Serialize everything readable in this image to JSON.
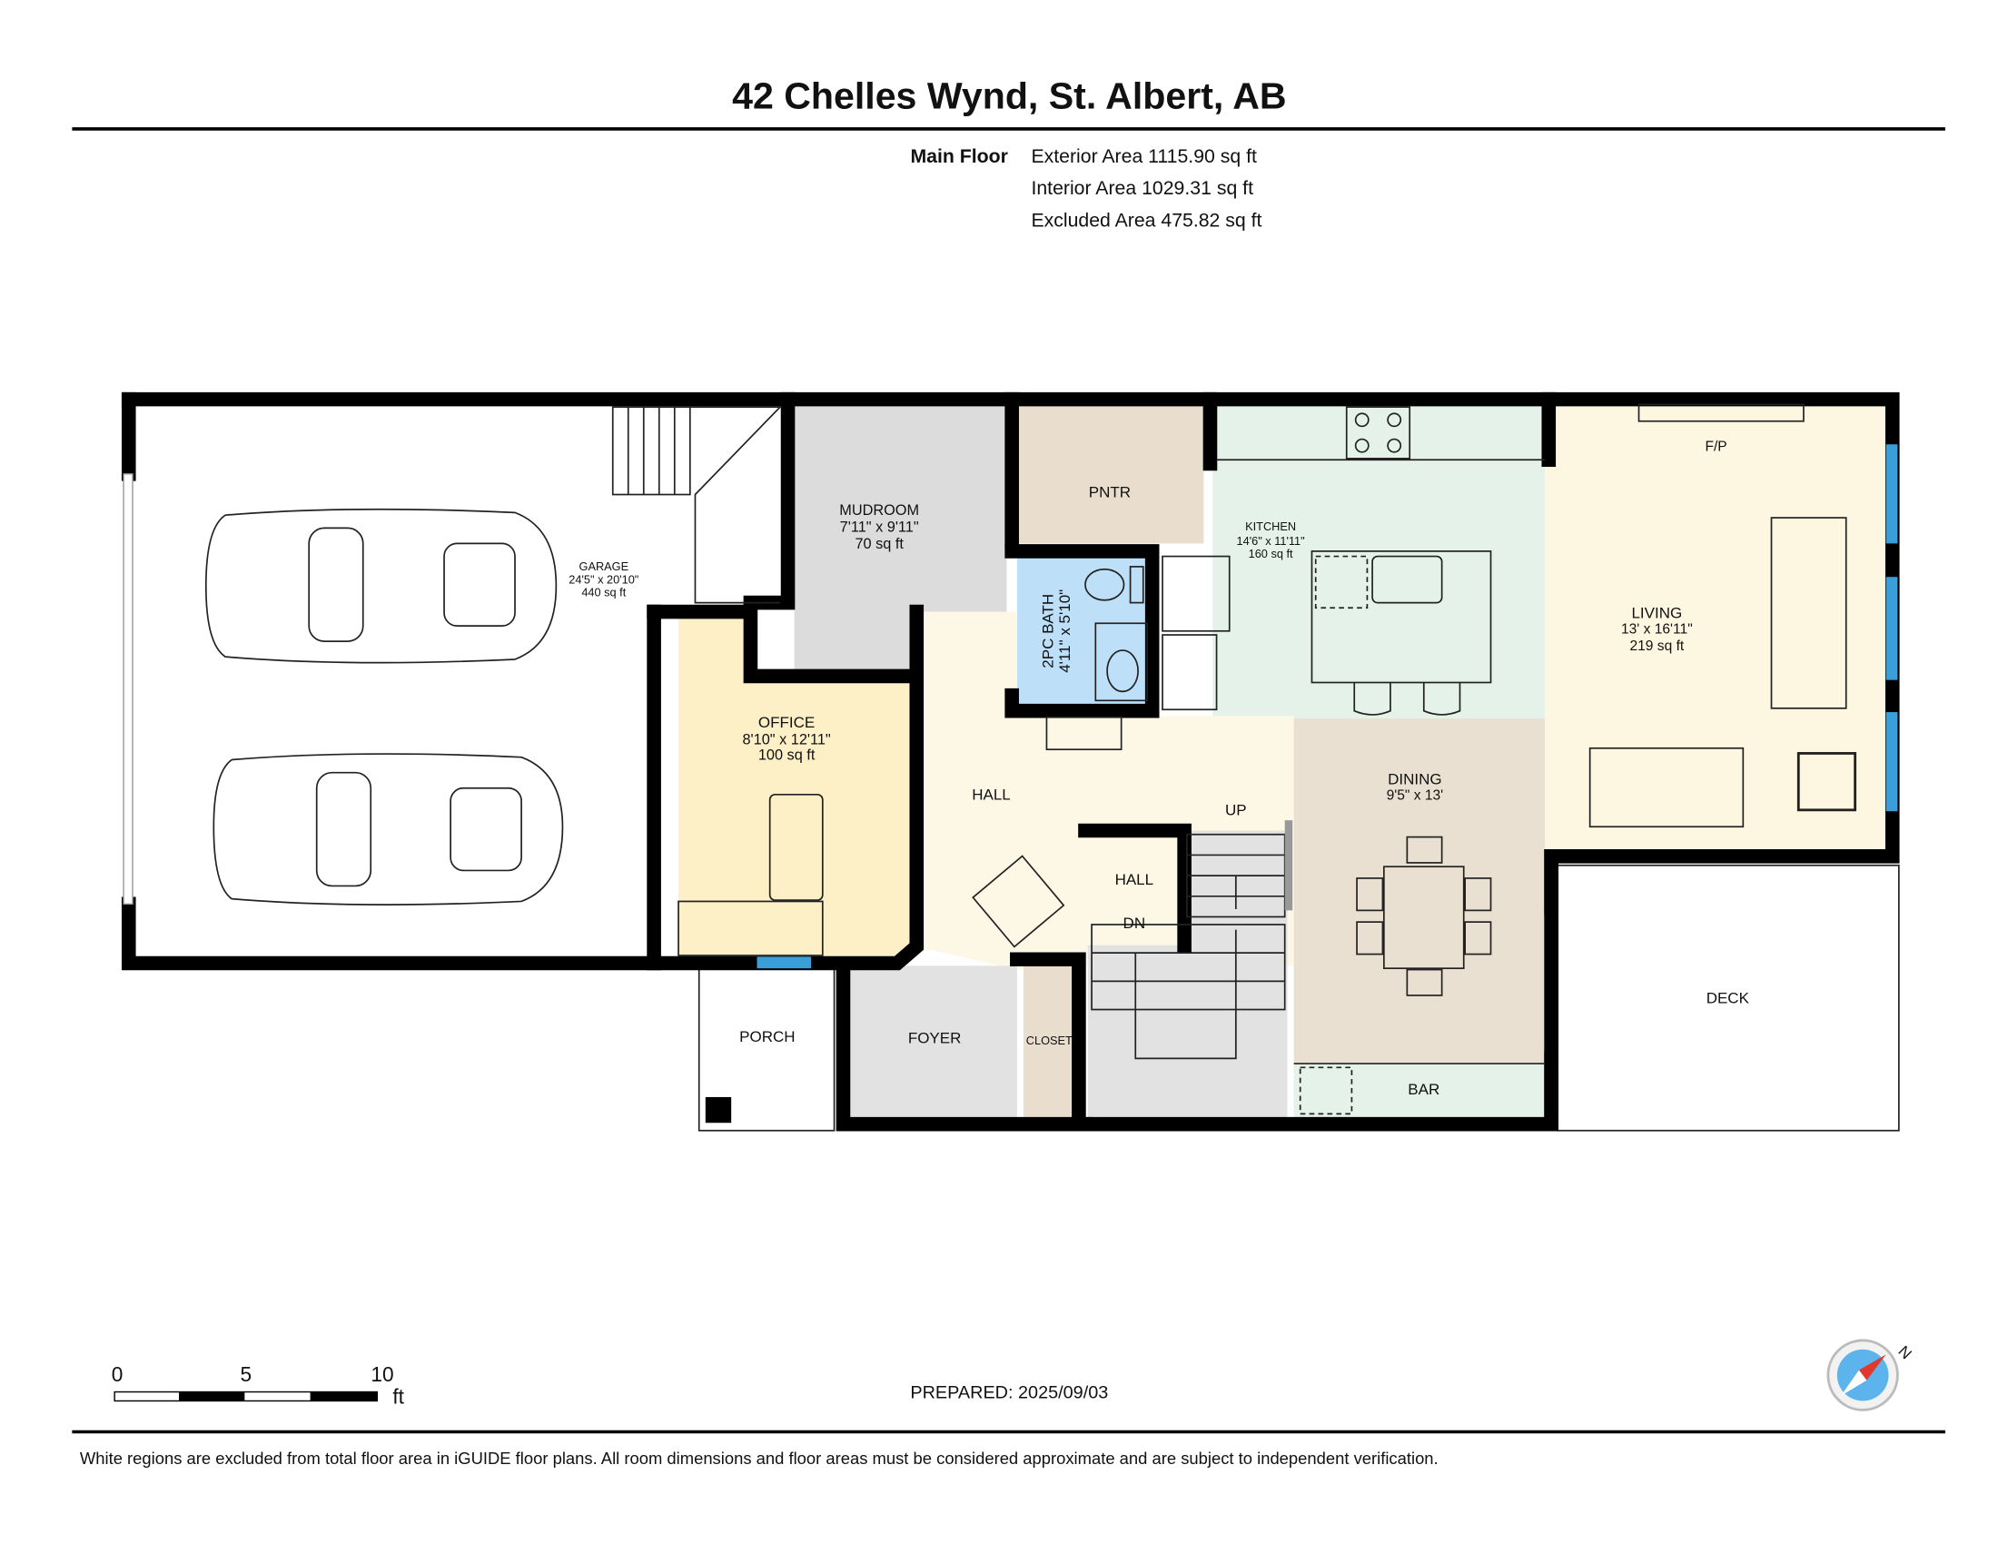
{
  "header": {
    "title": "42 Chelles Wynd, St. Albert, AB",
    "floor_label": "Main Floor",
    "exterior_area": "Exterior Area 1115.90 sq ft",
    "interior_area": "Interior Area 1029.31 sq ft",
    "excluded_area": "Excluded Area 475.82 sq ft"
  },
  "rooms": {
    "garage": {
      "name": "GARAGE",
      "dims": "24'5\" x 20'10\"",
      "area": "440 sq ft"
    },
    "mudroom": {
      "name": "MUDROOM",
      "dims": "7'11\" x 9'11\"",
      "area": "70 sq ft"
    },
    "pantry": {
      "name": "PNTR"
    },
    "bath": {
      "name": "2PC BATH",
      "dims": "4'11\" x 5'10\""
    },
    "kitchen": {
      "name": "KITCHEN",
      "dims": "14'6\" x 11'11\"",
      "area": "160 sq ft"
    },
    "living": {
      "name": "LIVING",
      "dims": "13' x 16'11\"",
      "area": "219 sq ft"
    },
    "fireplace": {
      "name": "F/P"
    },
    "office": {
      "name": "OFFICE",
      "dims": "8'10\" x 12'11\"",
      "area": "100 sq ft"
    },
    "hall": {
      "name": "HALL"
    },
    "hall2": {
      "name": "HALL"
    },
    "stairs_up": {
      "name": "UP"
    },
    "stairs_down": {
      "name": "DN"
    },
    "dining": {
      "name": "DINING",
      "dims": "9'5\" x 13'"
    },
    "porch": {
      "name": "PORCH"
    },
    "foyer": {
      "name": "FOYER"
    },
    "closet": {
      "name": "CLOSET"
    },
    "bar": {
      "name": "BAR"
    },
    "deck": {
      "name": "DECK"
    }
  },
  "scale_bar": {
    "ticks": [
      "0",
      "5",
      "10"
    ],
    "unit": "ft"
  },
  "prepared": "PREPARED: 2025/09/03",
  "compass": {
    "label": "N"
  },
  "footer": {
    "disclaimer": "White regions are excluded from total floor area in iGUIDE floor plans. All room dimensions and floor areas must be considered approximate and are subject to independent verification."
  },
  "colors": {
    "office": "#fdefc6",
    "mudroom": "#dcdcdc",
    "pantry": "#e9dece",
    "bath": "#bde0f8",
    "kitchen": "#e4f2ea",
    "living": "#fdf6e1",
    "hall": "#fdf8e6",
    "dining": "#e9e0d1",
    "window": "#3a9fd8"
  }
}
